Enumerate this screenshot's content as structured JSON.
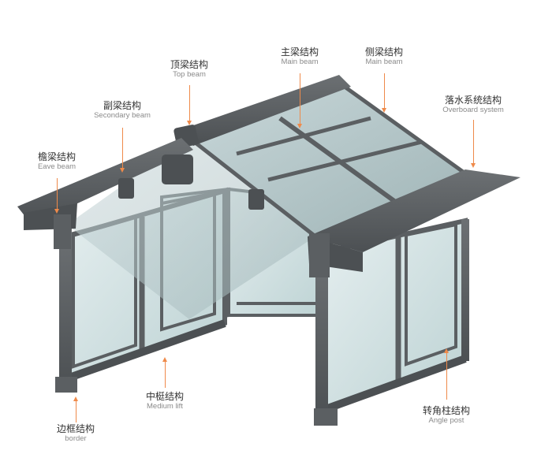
{
  "labels": {
    "top_beam": {
      "zh": "顶梁结构",
      "en": "Top beam"
    },
    "secondary_beam": {
      "zh": "副梁结构",
      "en": "Secondary beam"
    },
    "eave_beam": {
      "zh": "檐梁结构",
      "en": "Eave beam"
    },
    "main_beam": {
      "zh": "主梁结构",
      "en": "Main beam"
    },
    "side_beam": {
      "zh": "侧梁结构",
      "en": "Main beam"
    },
    "overboard_system": {
      "zh": "落水系统结构",
      "en": "Overboard system"
    },
    "medium_lift": {
      "zh": "中梃结构",
      "en": "Medium lift"
    },
    "border": {
      "zh": "边框结构",
      "en": "border"
    },
    "angle_post": {
      "zh": "转角柱结构",
      "en": "Angle post"
    }
  },
  "colors": {
    "frame": "#5b5f62",
    "frame_dark": "#3f4345",
    "glass": "#cfe0e1",
    "arrow": "#ef8a4a"
  }
}
